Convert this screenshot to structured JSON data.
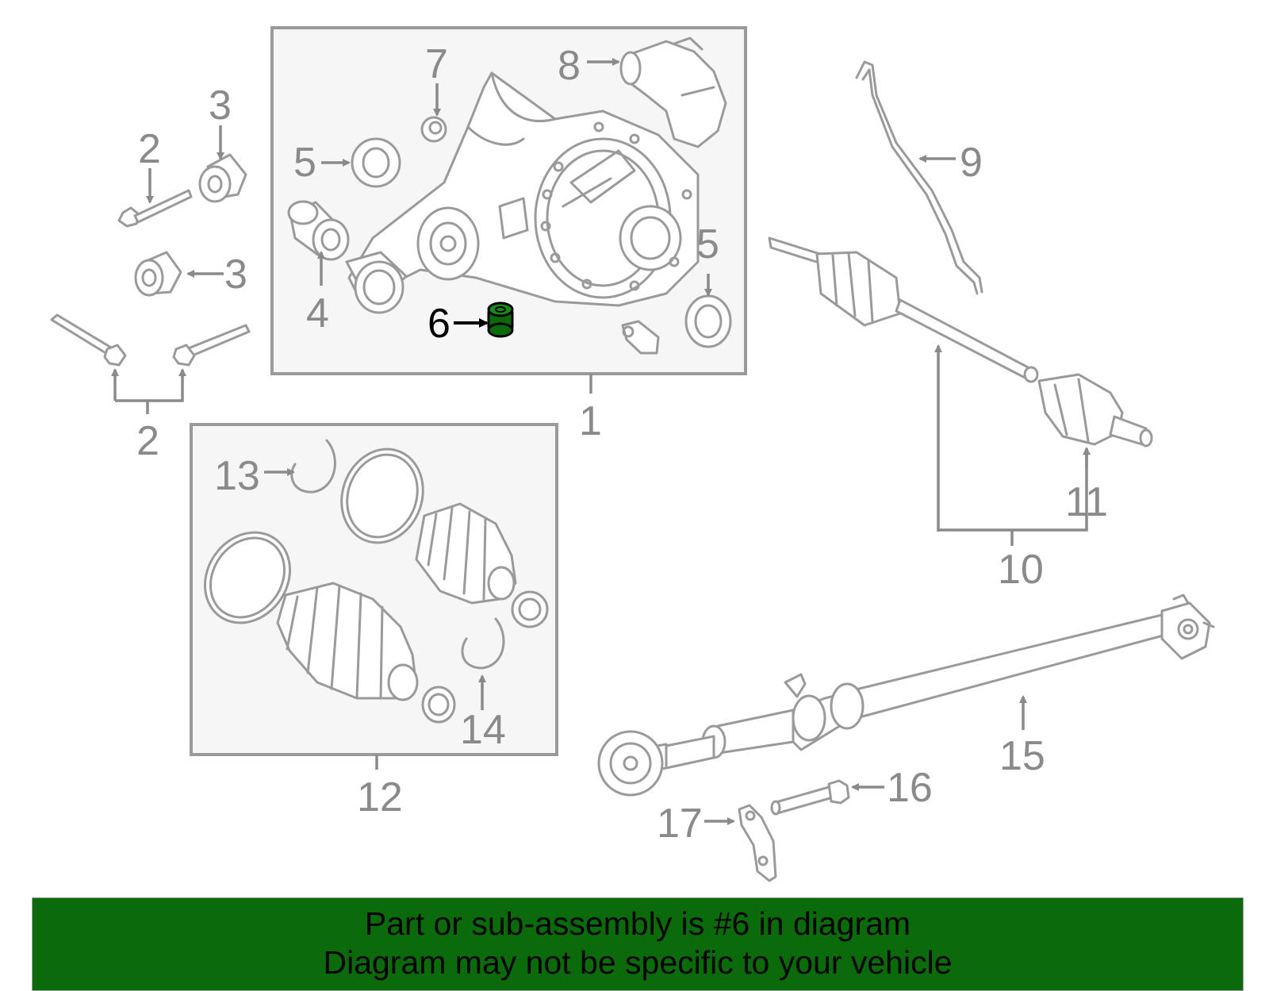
{
  "diagram": {
    "callouts": {
      "c1": "1",
      "c2a": "2",
      "c2b": "2",
      "c3a": "3",
      "c3b": "3",
      "c4": "4",
      "c5a": "5",
      "c5b": "5",
      "c6": "6",
      "c7": "7",
      "c8": "8",
      "c9": "9",
      "c10": "10",
      "c11": "11",
      "c12": "12",
      "c13": "13",
      "c14": "14",
      "c15": "15",
      "c16": "16",
      "c17": "17"
    },
    "highlighted_part": "6",
    "colors": {
      "highlight_part": "#0b6b0b",
      "line_gray": "#9a9a9a",
      "box_fill": "#f6f6f6",
      "banner_bg": "#0b6b0b"
    }
  },
  "banner": {
    "line1": "Part or sub-assembly is #6 in diagram",
    "line2": "Diagram may not be specific to your vehicle"
  }
}
